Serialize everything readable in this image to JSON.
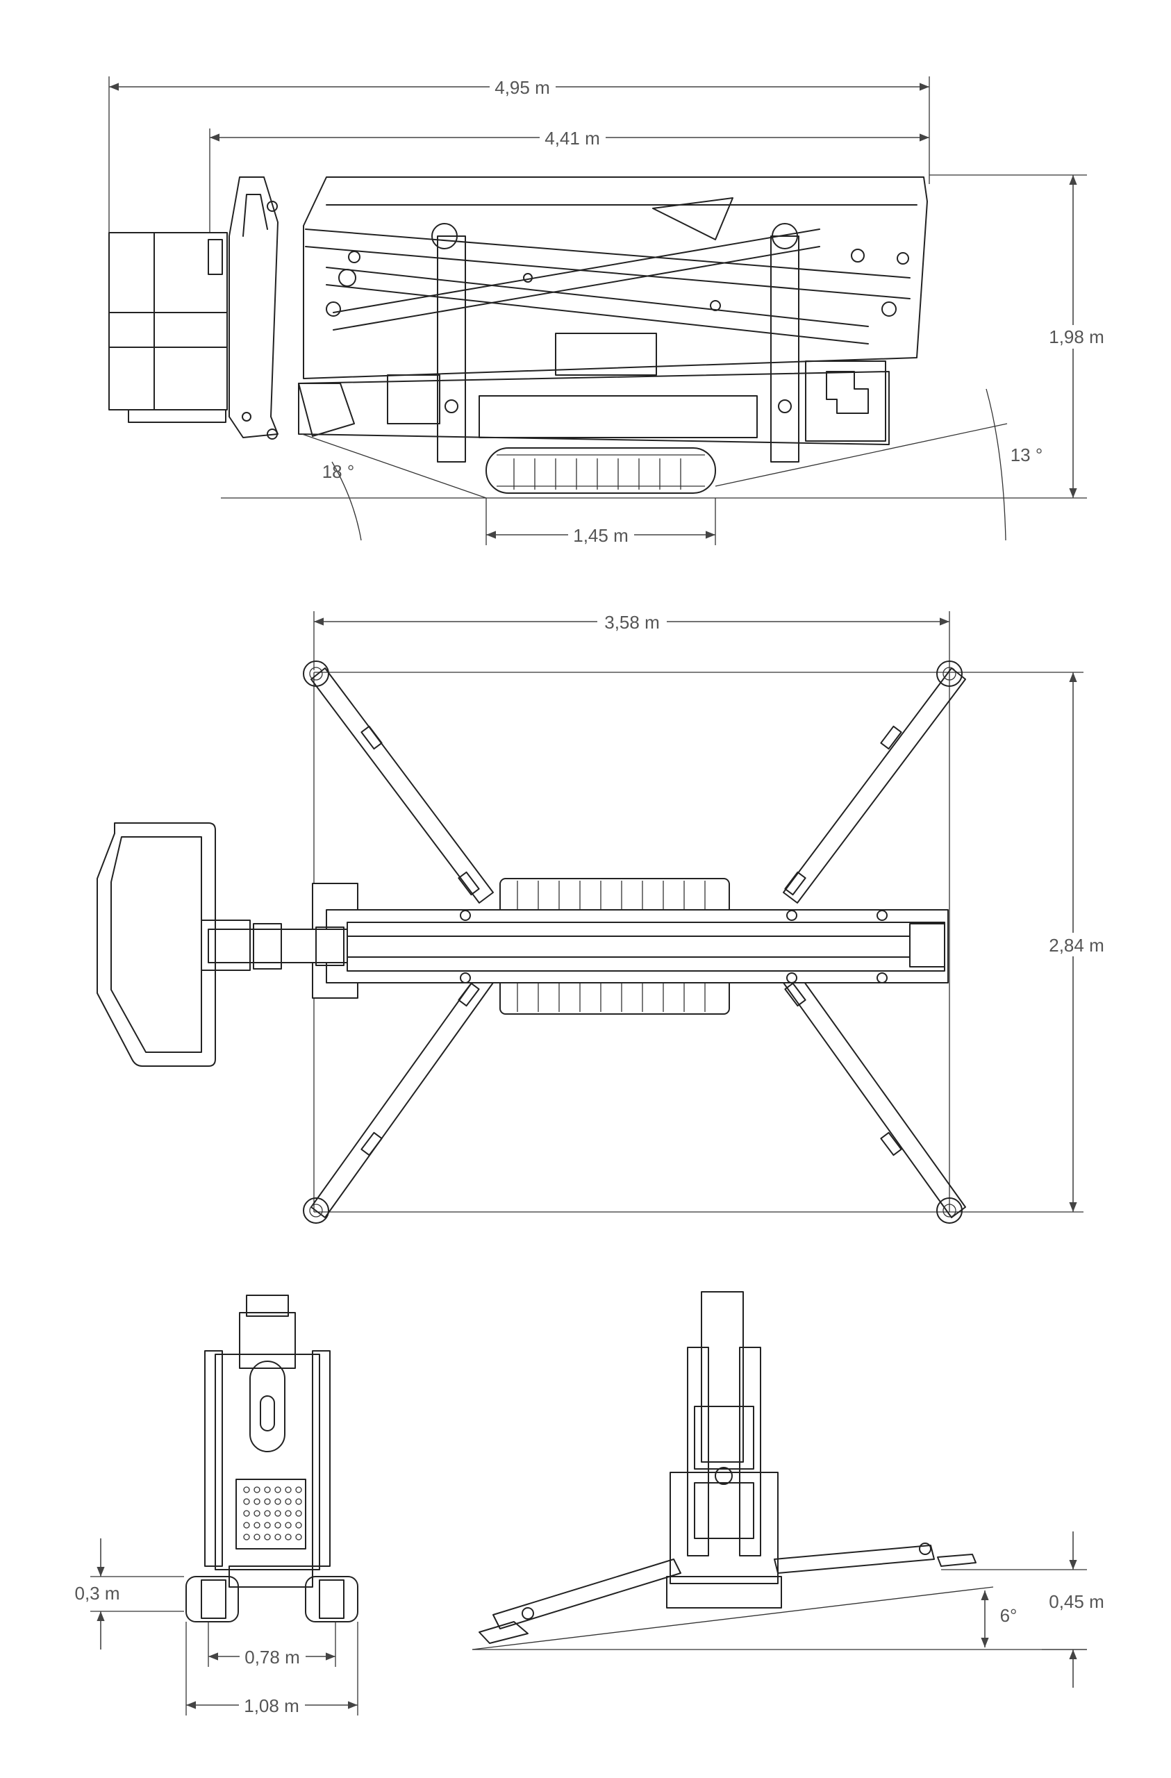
{
  "dimensions": {
    "overall_length": "4,95 m",
    "transport_length": "4,41 m",
    "transport_height": "1,98 m",
    "track_length": "1,45 m",
    "angle_rear": "18 °",
    "angle_front": "13 °",
    "outrigger_span_length": "3,58 m",
    "outrigger_span_width": "2,84 m",
    "ground_clearance": "0,3 m",
    "track_width_min": "0,78 m",
    "track_width_max": "1,08 m",
    "outrigger_step_height": "0,45 m",
    "slope_angle": "6°"
  },
  "colors": {
    "line": "#222222",
    "dimension": "#444444",
    "label": "#555555"
  }
}
